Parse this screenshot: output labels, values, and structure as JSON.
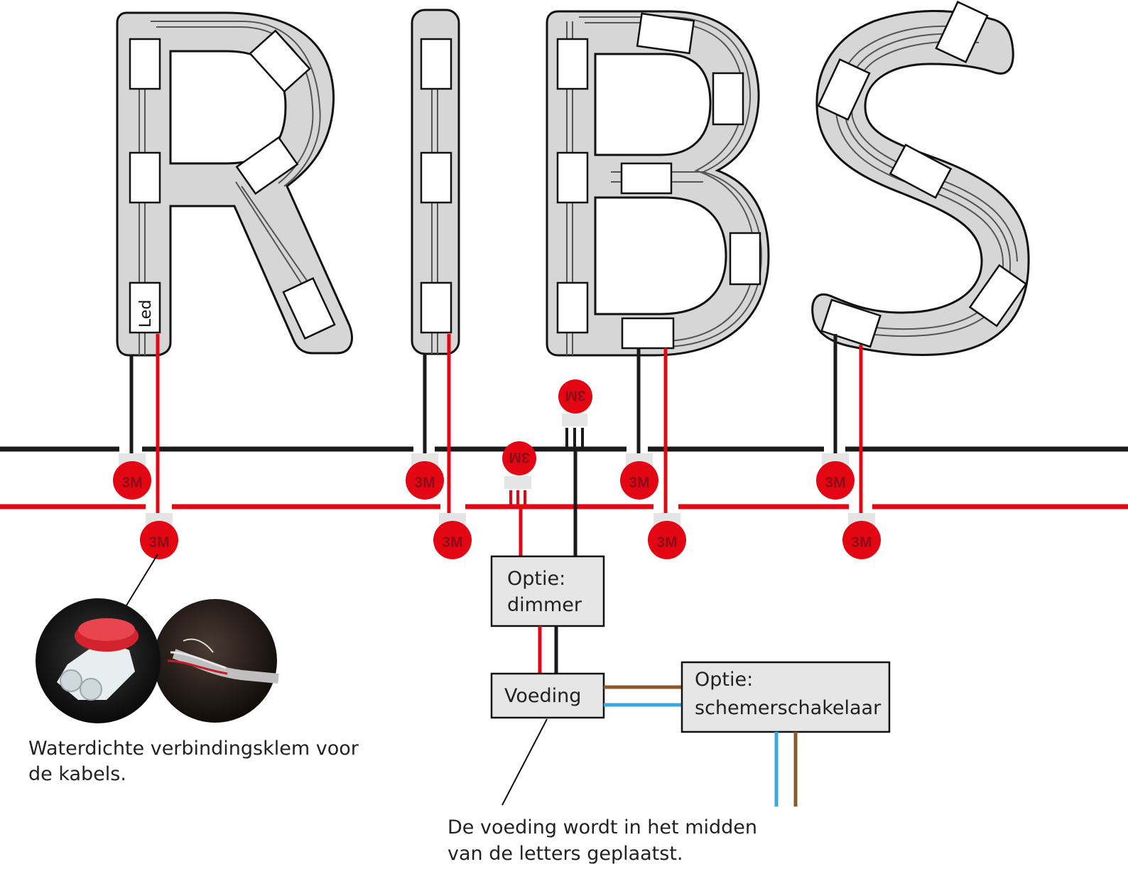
{
  "letters": [
    "R",
    "I",
    "B",
    "S"
  ],
  "labels": {
    "led": "Led",
    "connector_brand": "3M",
    "dimmer_line1": "Optie:",
    "dimmer_line2": "dimmer",
    "power_supply": "Voeding",
    "twilight_line1": "Optie:",
    "twilight_line2": "schemerschakelaar"
  },
  "captions": {
    "connector_line1": "Waterdichte verbindingsklem voor",
    "connector_line2": "de kabels.",
    "power_line1": "De voeding wordt in het midden",
    "power_line2": "van de letters geplaatst."
  },
  "colors": {
    "wire_black": "#1a1a1a",
    "wire_red": "#e30613",
    "wire_brown": "#8b5a2b",
    "wire_blue": "#3aa7e0",
    "letter_fill": "#d6d6d6",
    "connector_red": "#e30613",
    "box_fill": "#e6e6e6"
  },
  "icons": {
    "connector": "3m-scotchlok-connector-icon",
    "photo": "waterproof-connector-photo"
  }
}
